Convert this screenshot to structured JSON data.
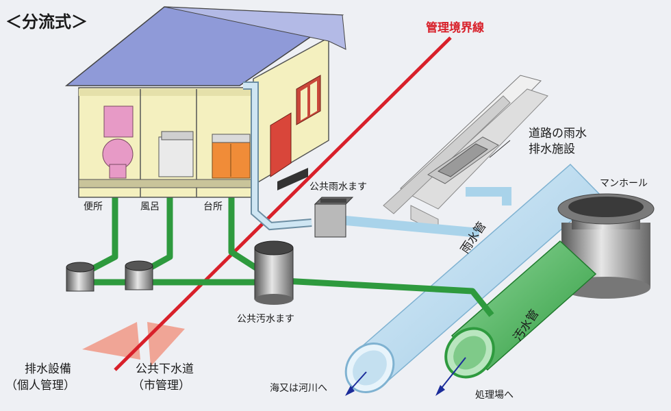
{
  "title": "＜分流式＞",
  "boundary_label": "管理境界線",
  "rooms": {
    "toilet": "便所",
    "bath": "風呂",
    "kitchen": "台所"
  },
  "labels": {
    "road_drain_line1": "道路の雨水",
    "road_drain_line2": "排水施設",
    "public_rain_basin": "公共雨水ます",
    "manhole": "マンホール",
    "public_sewage_basin": "公共汚水ます",
    "rain_pipe": "雨水管",
    "sewage_pipe": "汚水管",
    "private_line1": "排水設備",
    "private_line2": "（個人管理）",
    "public_line1": "公共下水道",
    "public_line2": "（市管理）",
    "to_sea": "海又は河川へ",
    "to_plant": "処理場へ"
  },
  "colors": {
    "sewage_green": "#2e9a3e",
    "rain_blue": "#a9d3ea",
    "boundary_red": "#d8202a",
    "roof": "#8f9ad8",
    "wall": "#f4f0bf"
  }
}
